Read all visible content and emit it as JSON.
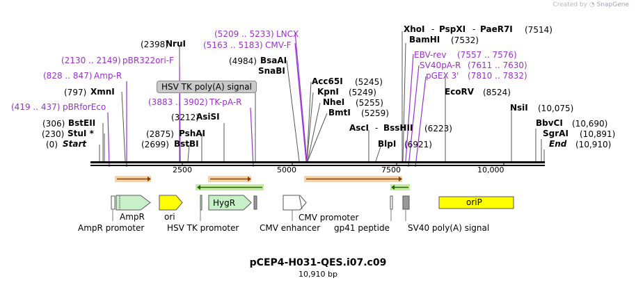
{
  "header": {
    "created_by": "Created by",
    "brand": "SnapGene"
  },
  "map": {
    "name": "pCEP4-H031-QES.i07.c09",
    "length_label": "10,910 bp"
  },
  "ruler": {
    "ticks": [
      "2500",
      "5000",
      "7500",
      "10,000"
    ]
  },
  "sites_left": [
    {
      "pos": "(0)",
      "name": "Start"
    },
    {
      "pos": "(230)",
      "name": "StuI *"
    },
    {
      "pos": "(306)",
      "name": "BstEII"
    },
    {
      "pos": "(419 .. 437)",
      "name": "pBRforEco"
    },
    {
      "pos": "(797)",
      "name": "XmnI"
    },
    {
      "pos": "(828 .. 847)",
      "name": "Amp-R"
    },
    {
      "pos": "(2130 .. 2149)",
      "name": "pBR322ori-F"
    },
    {
      "pos": "(2398)",
      "name": "NruI"
    },
    {
      "pos": "(2699)",
      "name": "BstBI"
    },
    {
      "pos": "(2875)",
      "name": "PshAI"
    },
    {
      "pos": "(3212)",
      "name": "AsiSI"
    },
    {
      "pos": "(3883 .. 3902)",
      "name": "TK-pA-R"
    },
    {
      "pos": "(4984)",
      "name": "BsaAI"
    },
    {
      "name": "SnaBI"
    },
    {
      "pos": "(5163 .. 5183)",
      "name": "CMV-F"
    },
    {
      "pos": "(5209 .. 5233)",
      "name": "LNCX"
    }
  ],
  "sites_right": [
    {
      "name": "Acc65I",
      "pos": "(5245)"
    },
    {
      "name": "KpnI",
      "pos": "(5249)"
    },
    {
      "name": "NheI",
      "pos": "(5255)"
    },
    {
      "name": "BmtI",
      "pos": "(5259)"
    },
    {
      "name": "AscI"
    },
    {
      "name": "BssHII",
      "pos": "(6223)"
    },
    {
      "name": "BlpI",
      "pos": "(6921)"
    },
    {
      "name": "XhoI"
    },
    {
      "name": "PspXI"
    },
    {
      "name": "PaeR7I",
      "pos": "(7514)"
    },
    {
      "name": "BamHI",
      "pos": "(7532)"
    },
    {
      "name": "EBV-rev",
      "pos": "(7557 .. 7576)"
    },
    {
      "name": "SV40pA-R",
      "pos": "(7611 .. 7630)"
    },
    {
      "name": "pGEX 3'",
      "pos": "(7810 .. 7832)"
    },
    {
      "name": "EcoRV",
      "pos": "(8524)"
    },
    {
      "name": "NsiI",
      "pos": "(10,075)"
    },
    {
      "name": "BbvCI",
      "pos": "(10,690)"
    },
    {
      "name": "SgrAI",
      "pos": "(10,891)"
    },
    {
      "name": "End",
      "pos": "(10,910)"
    }
  ],
  "separator": "-",
  "callout": "HSV TK poly(A) signal",
  "features": {
    "ampr": "AmpR",
    "ori": "ori",
    "hygr": "HygR",
    "orip": "oriP",
    "ampr_promoter": "AmpR promoter",
    "hsv_tk_promoter": "HSV TK promoter",
    "cmv_enhancer": "CMV enhancer",
    "cmv_promoter": "CMV promoter",
    "gp41": "gp41 peptide",
    "sv40pa": "SV40 poly(A) signal"
  },
  "colors": {
    "primer": "#9b30d0",
    "amp": "#c8f0c8",
    "ori": "#ffff00",
    "hygr": "#c8f0c8",
    "orip": "#ffff00",
    "orf_orange": "#f5c07a",
    "orf_green": "#b6e58a"
  }
}
